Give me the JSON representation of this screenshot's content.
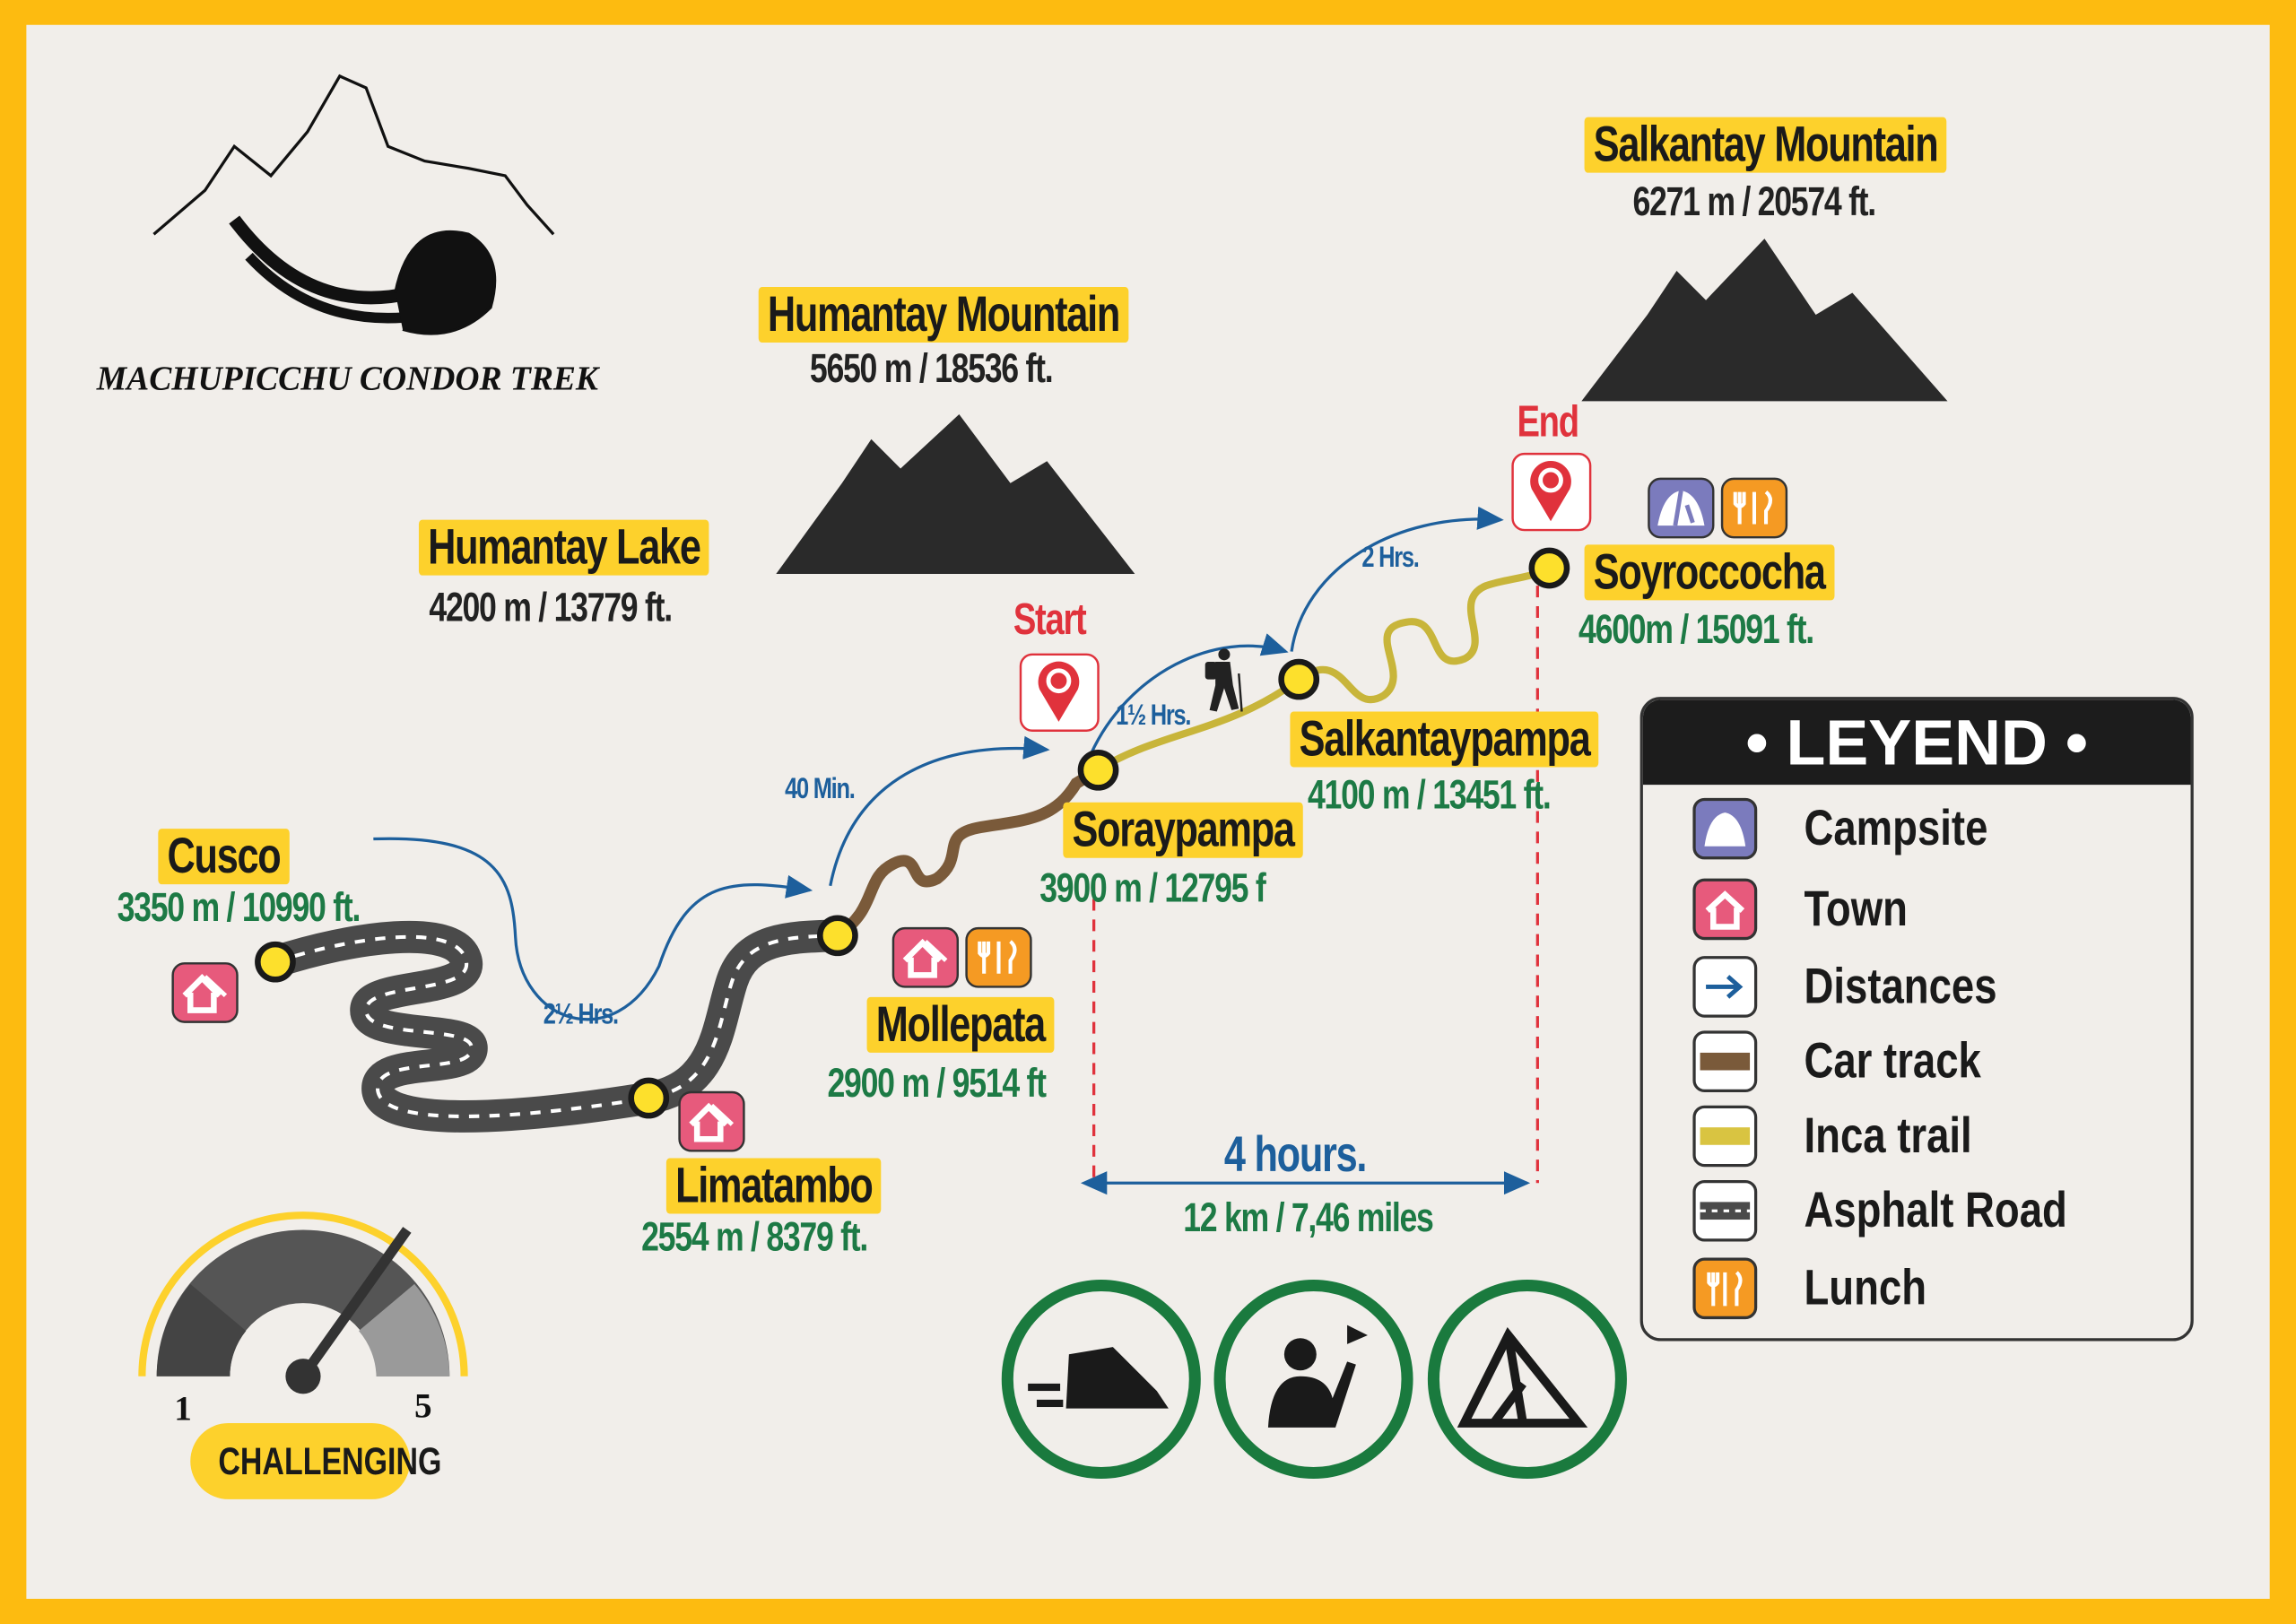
{
  "brand": {
    "name": "MACHUPICCHU CONDOR TREK"
  },
  "colors": {
    "frame": "#fdbb10",
    "highlight": "#fdd12c",
    "altitude": "#1d7a45",
    "duration": "#1d5f9c",
    "marker": "#e0323c",
    "campsite": "#7b7bbd",
    "town": "#e75a7c",
    "lunch": "#f59a23",
    "car_track": "#7a5a3a",
    "inca_trail": "#c8b53a",
    "asphalt": "#555555"
  },
  "mountains": [
    {
      "name": "Humantay Mountain",
      "altitude": "5650 m / 18536 ft."
    },
    {
      "name": "Salkantay Mountain",
      "altitude": "6271 m / 20574 ft."
    }
  ],
  "lake": {
    "name": "Humantay Lake",
    "altitude": "4200 m / 13779 ft."
  },
  "stops": [
    {
      "name": "Cusco",
      "altitude": "3350 m / 10990 ft.",
      "icons": [
        "town-icon"
      ]
    },
    {
      "name": "Limatambo",
      "altitude": "2554 m / 8379 ft.",
      "icons": [
        "town-icon"
      ]
    },
    {
      "name": "Mollepata",
      "altitude": "2900 m / 9514 ft",
      "icons": [
        "town-icon",
        "lunch-icon"
      ]
    },
    {
      "name": "Soraypampa",
      "altitude": "3900 m / 12795 f",
      "icons": []
    },
    {
      "name": "Salkantaypampa",
      "altitude": "4100 m / 13451 ft.",
      "icons": []
    },
    {
      "name": "Soyroccocha",
      "altitude": "4600m / 15091 ft.",
      "icons": [
        "campsite-icon",
        "lunch-icon"
      ]
    }
  ],
  "markers": {
    "start": "Start",
    "end": "End"
  },
  "durations": [
    "2½ Hrs.",
    "40 Min.",
    "1½ Hrs.",
    "2 Hrs."
  ],
  "trek_summary": {
    "time": "4 hours.",
    "distance": "12 km / 7,46 miles"
  },
  "difficulty": {
    "label": "CHALLENGING",
    "min": "1",
    "max": "5",
    "level": 4
  },
  "legend": {
    "title": "• LEYEND •",
    "items": [
      {
        "icon": "campsite-icon",
        "label": "Campsite"
      },
      {
        "icon": "town-icon",
        "label": "Town"
      },
      {
        "icon": "distance-arrow-icon",
        "label": "Distances"
      },
      {
        "icon": "car-track-icon",
        "label": "Car track"
      },
      {
        "icon": "inca-trail-icon",
        "label": "Inca trail"
      },
      {
        "icon": "asphalt-road-icon",
        "label": "Asphalt Road"
      },
      {
        "icon": "lunch-icon",
        "label": "Lunch"
      }
    ]
  }
}
